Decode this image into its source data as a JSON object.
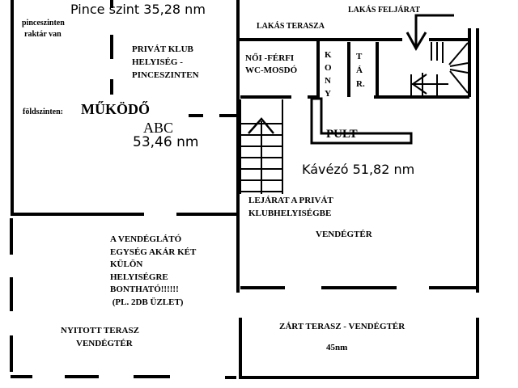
{
  "labels": {
    "basement_area": "Pince szint 35,28 nm",
    "storage_line1": "pinceszinten",
    "storage_line2": "raktár van",
    "club_line1": "PRIVÁT KLUB",
    "club_line2": "HELYISÉG -",
    "club_line3": "PINCESZINTEN",
    "ground_floor": "földszinten:",
    "operating": "MŰKÖDŐ",
    "abc": "ABC",
    "abc_area": "53,46 nm",
    "apartment_entrance": "LAKÁS FELJÁRAT",
    "apartment_terrace": "LAKÁS TERASZA",
    "wc_line1": "NŐI -FÉRFI",
    "wc_line2": "WC-MOSDÓ",
    "kitchen": [
      "K",
      "O",
      "N",
      "Y"
    ],
    "storage_room": [
      "T",
      "Á",
      "R."
    ],
    "counter": "PULT",
    "cafe_area": "Kávézó 51,82 nm",
    "descent_line1": "LEJÁRAT A PRIVÁT",
    "descent_line2": "KLUBHELYISÉGBE",
    "guest_area": "VENDÉGTÉR",
    "split_note": [
      "A VENDÉGLÁTÓ",
      "EGYSÉG AKÁR KÉT",
      "KÜLÖN",
      "HELYISÉGRE",
      "BONTHATÓ!!!!!!",
      " (PL. 2DB ÜZLET)"
    ],
    "open_terrace_line1": "NYITOTT TERASZ",
    "open_terrace_line2": "VENDÉGTÉR",
    "closed_terrace": "ZÁRT TERASZ - VENDÉGTÉR",
    "closed_terrace_area": "45nm"
  },
  "icons": [
    "stairs-up-arrow-icon",
    "entrance-arrow-icon",
    "spiral-stairs-icon"
  ],
  "colors": {
    "walls": "#000000",
    "background": "#ffffff"
  }
}
